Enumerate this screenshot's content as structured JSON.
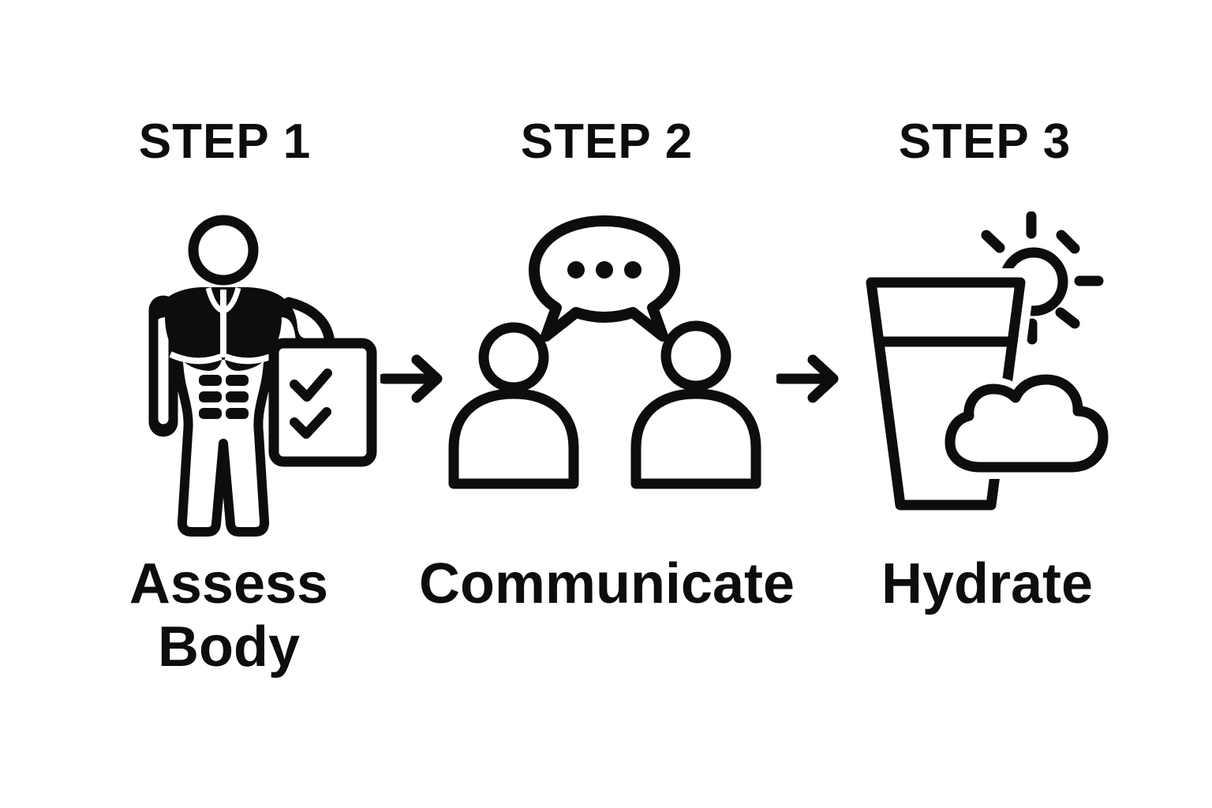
{
  "page": {
    "background_color": "#ffffff",
    "ink_color": "#0d0d0d"
  },
  "diagram": {
    "type": "process-steps",
    "steps": [
      {
        "header": "STEP 1",
        "label": "Assess Body",
        "label_lines": [
          "Assess",
          "Body"
        ],
        "icon": "muscular-body-with-checklist-icon"
      },
      {
        "header": "STEP 2",
        "label": "Communicate",
        "label_lines": [
          "Communicate"
        ],
        "icon": "two-people-speech-bubble-icon"
      },
      {
        "header": "STEP 3",
        "label": "Hydrate",
        "label_lines": [
          "Hydrate"
        ],
        "icon": "water-glass-sun-cloud-icon"
      }
    ],
    "connectors": [
      {
        "from": "STEP 1",
        "to": "STEP 2",
        "glyph": "right-arrow-icon"
      },
      {
        "from": "STEP 2",
        "to": "STEP 3",
        "glyph": "right-arrow-icon"
      }
    ]
  }
}
